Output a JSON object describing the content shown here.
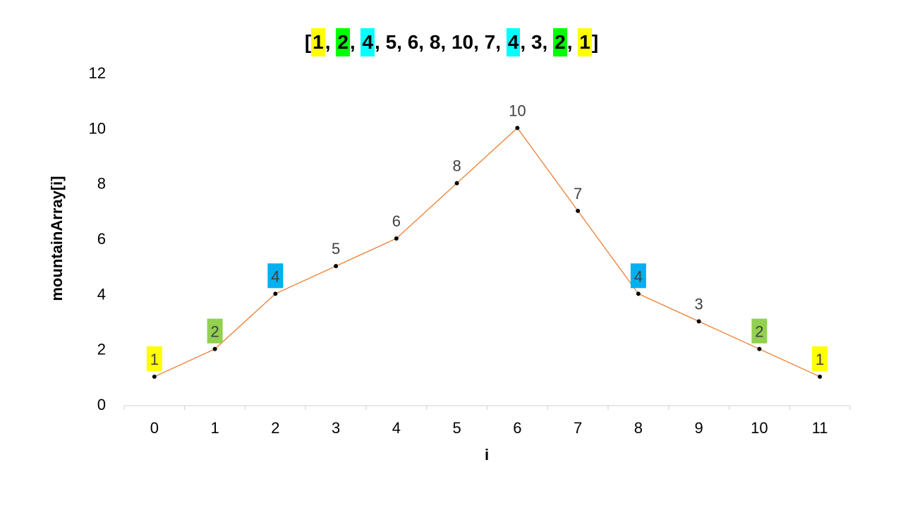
{
  "title_tokens": [
    {
      "text": "[",
      "highlight": null
    },
    {
      "text": "1",
      "highlight": "#ffff00"
    },
    {
      "text": ", ",
      "highlight": null
    },
    {
      "text": "2",
      "highlight": "#00ff00"
    },
    {
      "text": ", ",
      "highlight": null
    },
    {
      "text": "4",
      "highlight": "#00ffff"
    },
    {
      "text": ", 5, 6, 8, 10, 7, ",
      "highlight": null
    },
    {
      "text": "4",
      "highlight": "#00ffff"
    },
    {
      "text": ", 3, ",
      "highlight": null
    },
    {
      "text": "2",
      "highlight": "#00ff00"
    },
    {
      "text": ", ",
      "highlight": null
    },
    {
      "text": "1",
      "highlight": "#ffff00"
    },
    {
      "text": "]",
      "highlight": null
    }
  ],
  "chart_data": {
    "type": "line",
    "title": "[1, 2, 4, 5, 6, 8, 10, 7, 4, 3, 2, 1]",
    "xlabel": "i",
    "ylabel": "mountainArray[i]",
    "categories": [
      "0",
      "1",
      "2",
      "3",
      "4",
      "5",
      "6",
      "7",
      "8",
      "9",
      "10",
      "11"
    ],
    "series": [
      {
        "values": [
          1,
          2,
          4,
          5,
          6,
          8,
          10,
          7,
          4,
          3,
          2,
          1
        ]
      }
    ],
    "ylim": [
      0,
      12
    ],
    "yticks": [
      "0",
      "2",
      "4",
      "6",
      "8",
      "10",
      "12"
    ],
    "grid": false,
    "line_color": "#ed7d31",
    "marker_color": "#000000",
    "label_highlights": [
      {
        "index": 0,
        "color": "#ffff00"
      },
      {
        "index": 1,
        "color": "#92d050"
      },
      {
        "index": 2,
        "color": "#00b0f0"
      },
      {
        "index": 8,
        "color": "#00b0f0"
      },
      {
        "index": 10,
        "color": "#92d050"
      },
      {
        "index": 11,
        "color": "#ffff00"
      }
    ]
  }
}
